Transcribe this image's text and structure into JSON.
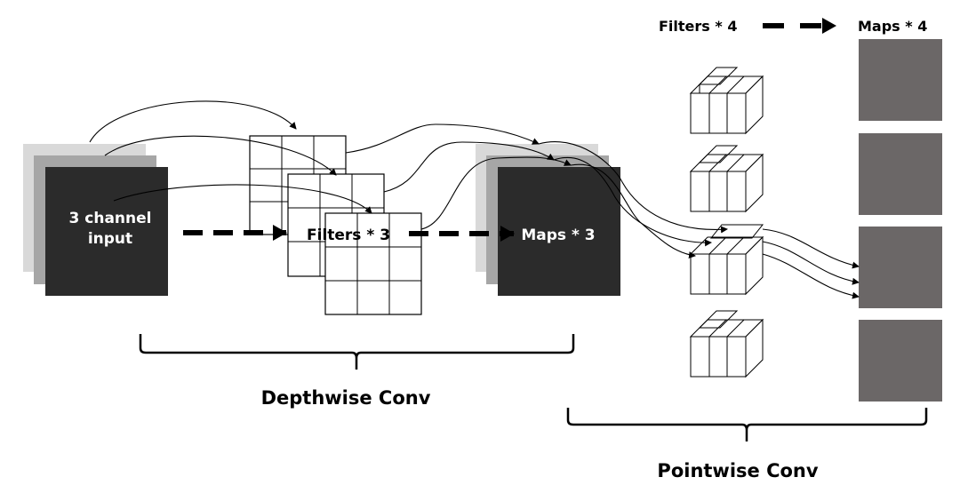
{
  "input_label_line1": "3 channel",
  "input_label_line2": "input",
  "filters_label": "Filters * 3",
  "maps_label": "Maps * 3",
  "depthwise_label": "Depthwise Conv",
  "pointwise_label": "Pointwise Conv",
  "legend_filters_label": "Filters * 4",
  "legend_maps_label": "Maps * 4",
  "colors": {
    "layer_dark": "#2b2b2b",
    "layer_mid": "#a6a6a6",
    "layer_light": "#d9d9d9",
    "output_map": "#6b6767"
  }
}
